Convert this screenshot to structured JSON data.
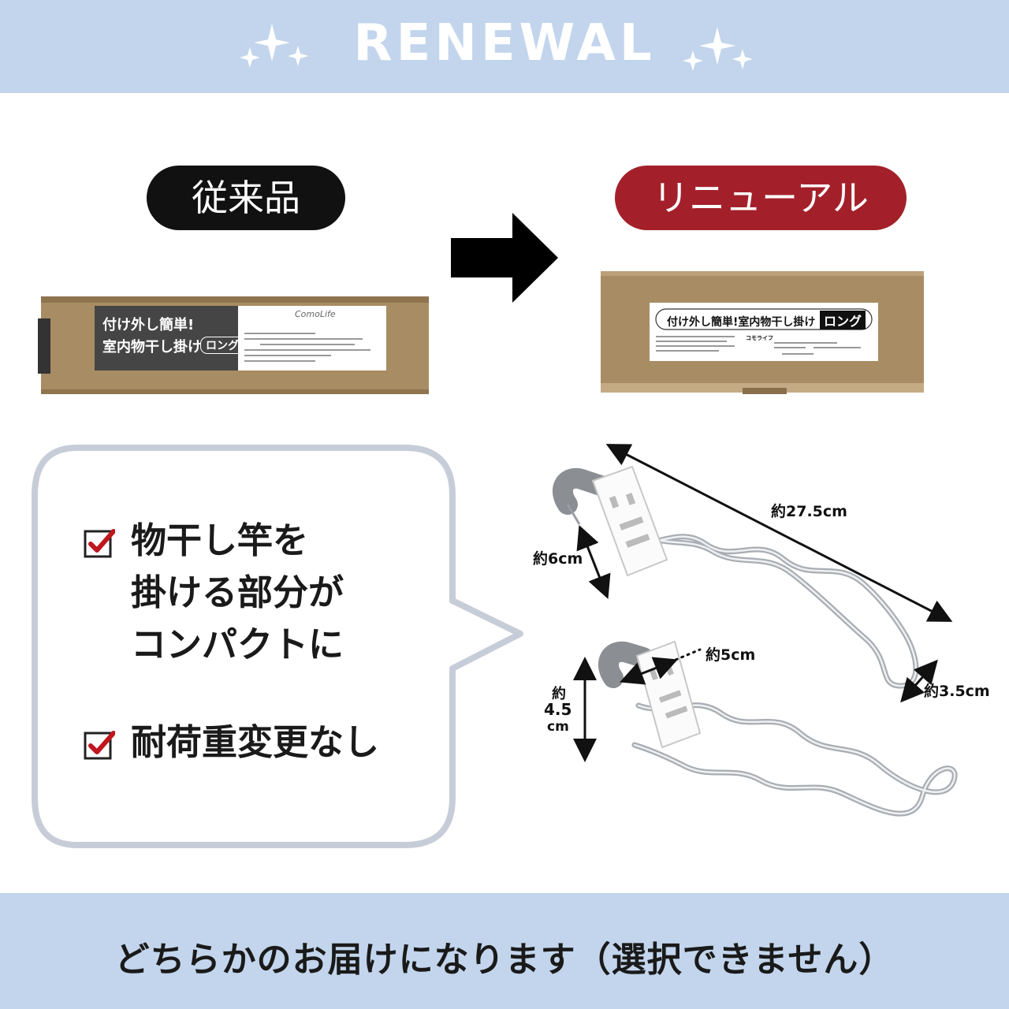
{
  "header": {
    "title": "RENEWAL"
  },
  "comparison": {
    "old_label": "従来品",
    "new_label": "リニューアル",
    "old_box": {
      "title_line1": "付け外し簡単!",
      "title_line2": "室内物干し掛け",
      "title_long": "ロング",
      "brand": "ComoLife"
    },
    "new_box": {
      "title": "付け外し簡単!室内物干し掛け",
      "title_long": "ロング",
      "maker": "コモライフ"
    }
  },
  "features": [
    {
      "line1": "物干し竿を",
      "line2": "掛ける部分が",
      "line3": "コンパクトに"
    },
    {
      "line1": "耐荷重変更なし"
    }
  ],
  "dimensions": {
    "length": "約27.5cm",
    "height_top": "約6cm",
    "width_clip": "約5cm",
    "loop": "約3.5cm",
    "height_bottom_1": "約",
    "height_bottom_2": "4.5",
    "height_bottom_3": "cm"
  },
  "footer": {
    "note": "どちらかのお届けになります（選択できません）"
  },
  "colors": {
    "banner": "#c2d5ec",
    "new_pill": "#a3202a",
    "old_pill": "#111111",
    "check": "#c0161e"
  }
}
